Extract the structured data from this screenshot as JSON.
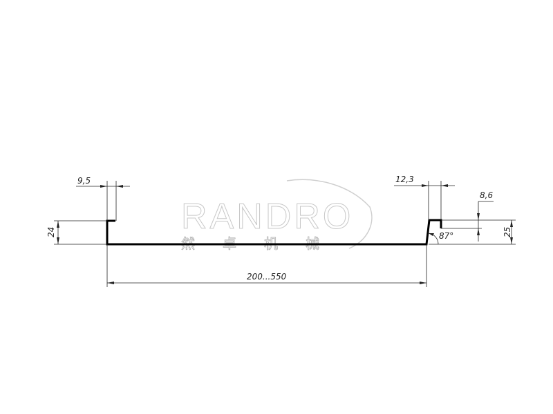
{
  "watermark": {
    "brand": "RANDRO",
    "chinese": "然卓机械"
  },
  "dimensions": {
    "left_flange_width": "9,5",
    "left_height": "24",
    "right_flange_width": "12,3",
    "right_lip": "8,6",
    "right_height": "25",
    "angle": "87°",
    "overall_width": "200...550"
  }
}
